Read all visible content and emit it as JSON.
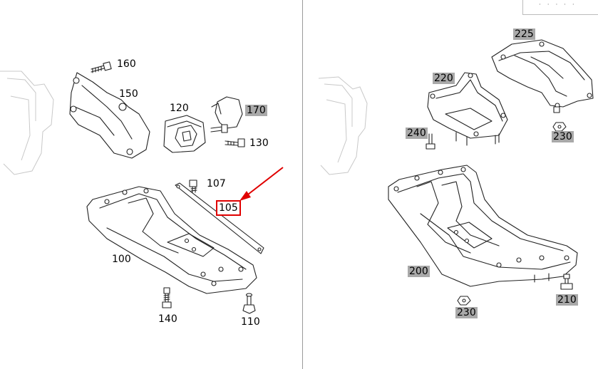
{
  "diagram": {
    "left_panel": {
      "labels": [
        {
          "id": "160",
          "text": "160",
          "gray": false,
          "boxed": false
        },
        {
          "id": "150",
          "text": "150",
          "gray": false,
          "boxed": false
        },
        {
          "id": "120",
          "text": "120",
          "gray": false,
          "boxed": false
        },
        {
          "id": "170",
          "text": "170",
          "gray": true,
          "boxed": false
        },
        {
          "id": "130",
          "text": "130",
          "gray": false,
          "boxed": false
        },
        {
          "id": "107",
          "text": "107",
          "gray": false,
          "boxed": false
        },
        {
          "id": "105",
          "text": "105",
          "gray": false,
          "boxed": true
        },
        {
          "id": "100",
          "text": "100",
          "gray": false,
          "boxed": false
        },
        {
          "id": "140",
          "text": "140",
          "gray": false,
          "boxed": false
        },
        {
          "id": "110",
          "text": "110",
          "gray": false,
          "boxed": false
        }
      ]
    },
    "right_panel": {
      "labels": [
        {
          "id": "225",
          "text": "225",
          "gray": true,
          "boxed": false
        },
        {
          "id": "220",
          "text": "220",
          "gray": true,
          "boxed": false
        },
        {
          "id": "240",
          "text": "240",
          "gray": true,
          "boxed": false
        },
        {
          "id": "230a",
          "text": "230",
          "gray": true,
          "boxed": false
        },
        {
          "id": "200",
          "text": "200",
          "gray": true,
          "boxed": false
        },
        {
          "id": "230b",
          "text": "230",
          "gray": true,
          "boxed": false
        },
        {
          "id": "210",
          "text": "210",
          "gray": true,
          "boxed": false
        }
      ]
    },
    "colors": {
      "highlight_box": "#e00000",
      "arrow": "#e00000",
      "label_gray_bg": "#a9a9a9",
      "divider": "#9a9a9a"
    }
  }
}
